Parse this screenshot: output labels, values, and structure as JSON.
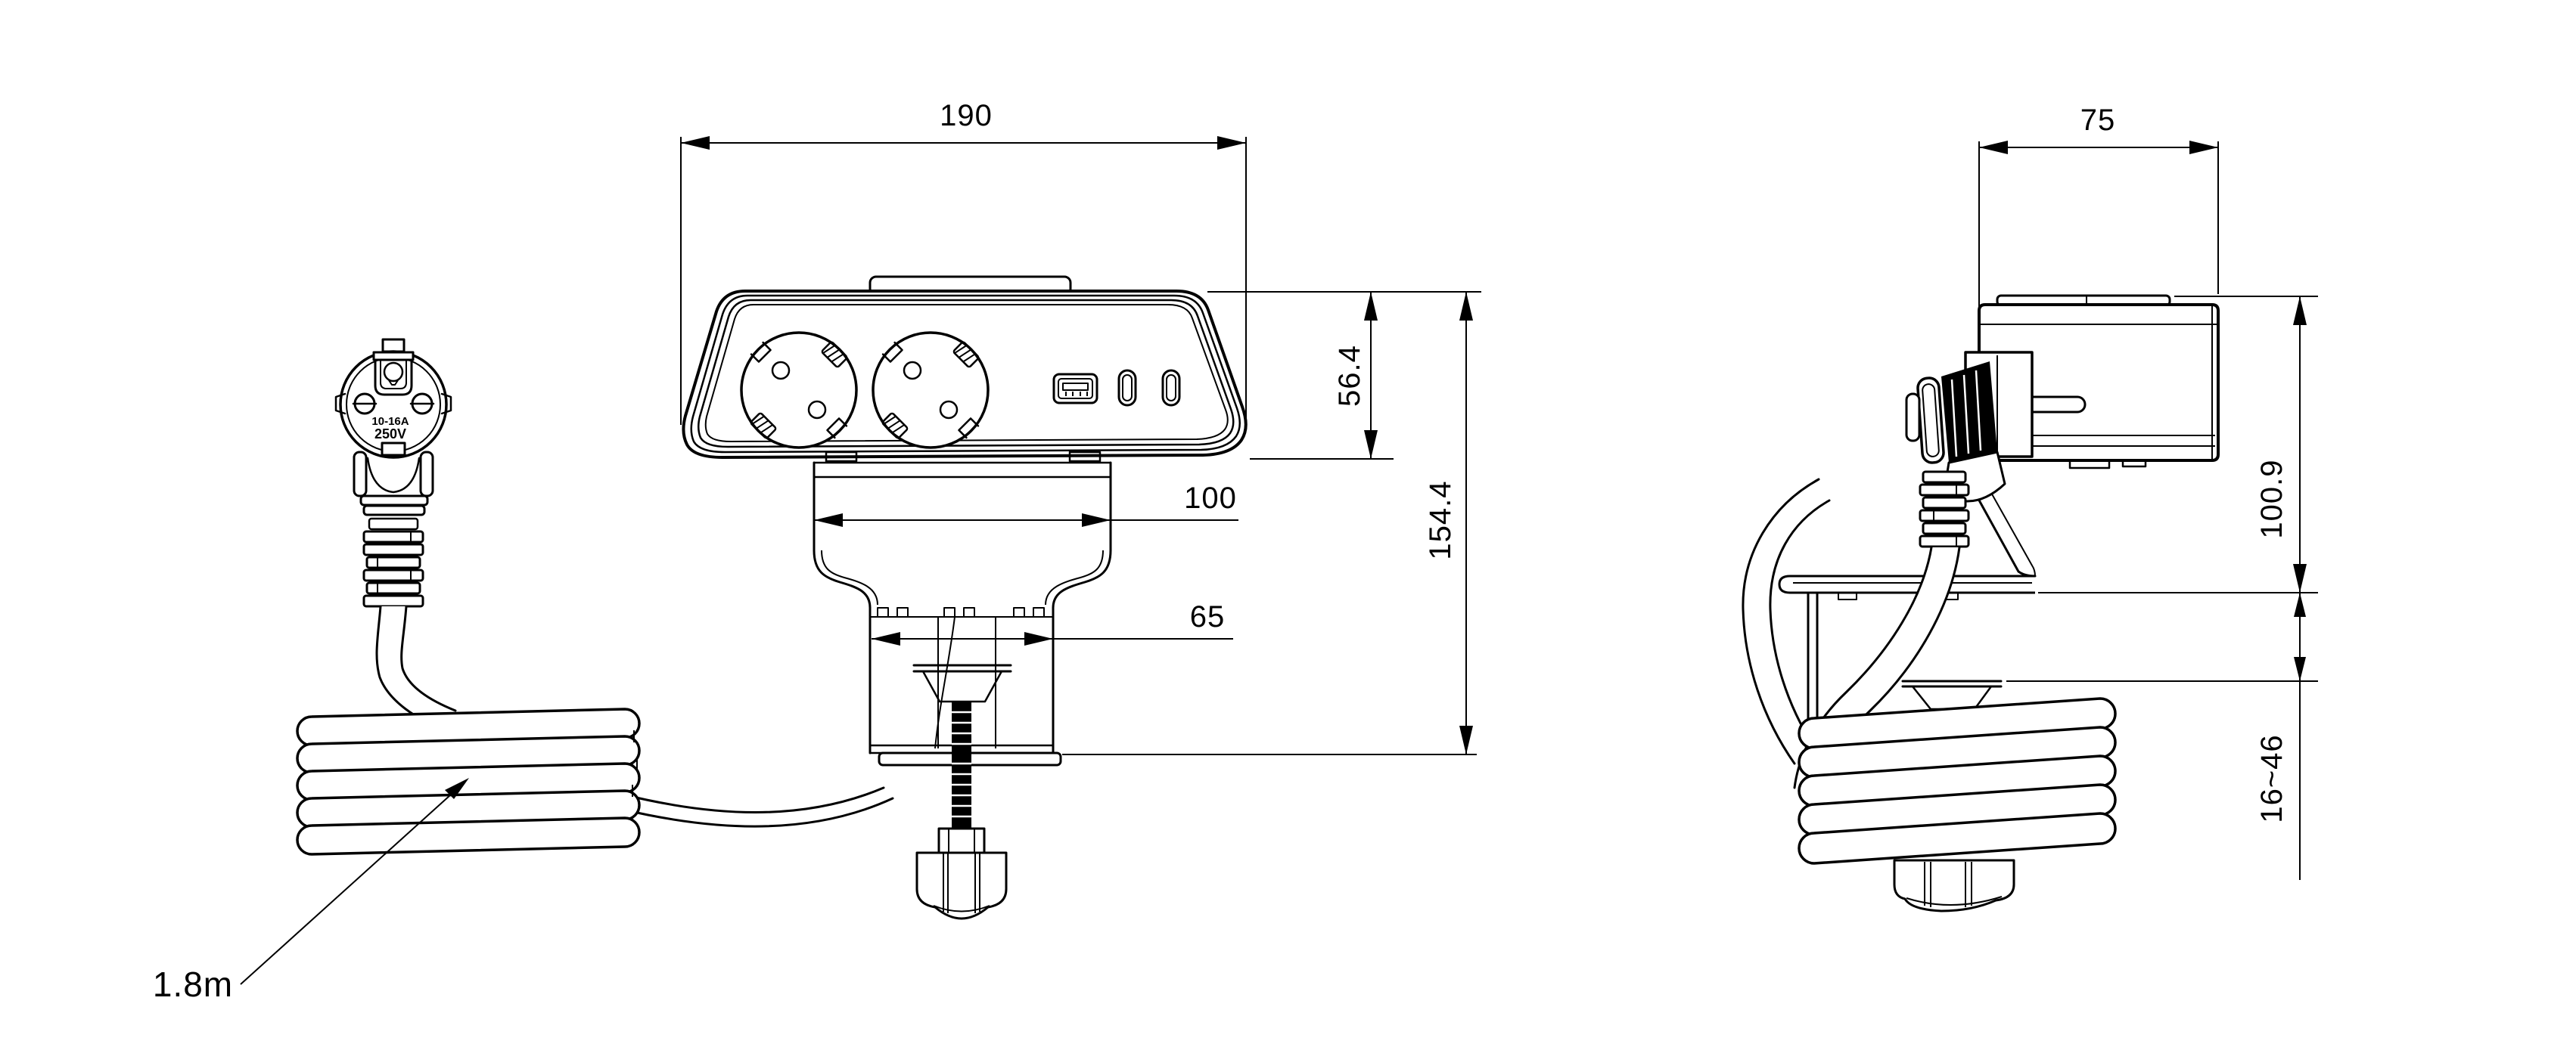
{
  "drawing": {
    "colors": {
      "line": "#000000",
      "background": "#ffffff"
    },
    "front_view": {
      "dim_overall_width": "190",
      "dim_body_height": "56.4",
      "dim_overall_height": "154.4",
      "dim_bracket_width": "100",
      "dim_clamp_width": "65",
      "cable_length": "1.8m",
      "plug_rating_current": "10-16A",
      "plug_rating_voltage": "250V"
    },
    "side_view": {
      "dim_depth": "75",
      "dim_height_above_desk": "100.9",
      "dim_clamp_range": "16~46"
    }
  }
}
